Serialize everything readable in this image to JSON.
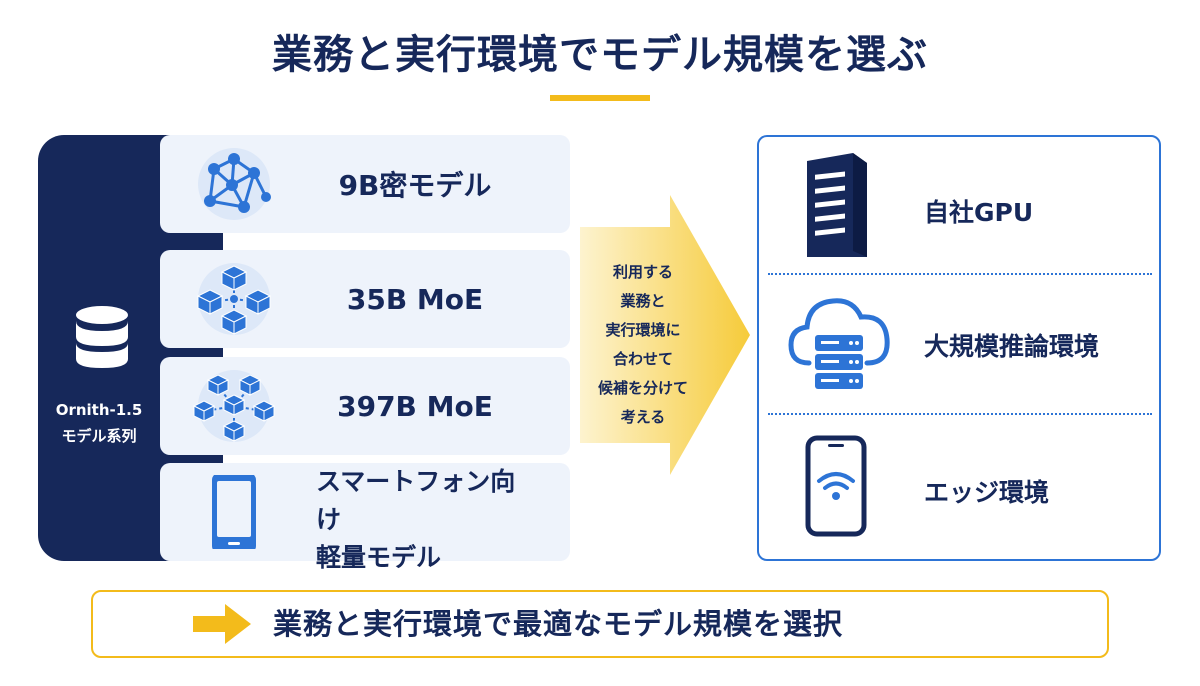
{
  "title": "業務と実行環境でモデル規模を選ぶ",
  "series": {
    "name_line1": "Ornith-1.5",
    "name_line2": "モデル系列",
    "icon": "database-icon"
  },
  "models": [
    {
      "label": "9B密モデル",
      "icon": "dense-network-icon"
    },
    {
      "label": "35B MoE",
      "icon": "cube-cluster-icon"
    },
    {
      "label": "397B MoE",
      "icon": "large-cube-cluster-icon"
    },
    {
      "label_line1": "スマートフォン向け",
      "label_line2": "軽量モデル",
      "icon": "smartphone-icon"
    }
  ],
  "arrow": {
    "lines": [
      "利用する",
      "業務と",
      "実行環境に",
      "合わせて",
      "候補を分けて",
      "考える"
    ]
  },
  "environments": [
    {
      "label": "自社GPU",
      "icon": "server-icon"
    },
    {
      "label": "大規模推論環境",
      "icon": "cloud-server-icon"
    },
    {
      "label": "エッジ環境",
      "icon": "phone-wifi-icon"
    }
  ],
  "banner": {
    "text": "業務と実行環境で最適なモデル規模を選択",
    "icon": "arrow-right-icon"
  },
  "colors": {
    "navy": "#16285a",
    "blue": "#2d74d6",
    "accent_yellow": "#f3bb1b",
    "card_bg": "#eef3fb"
  }
}
